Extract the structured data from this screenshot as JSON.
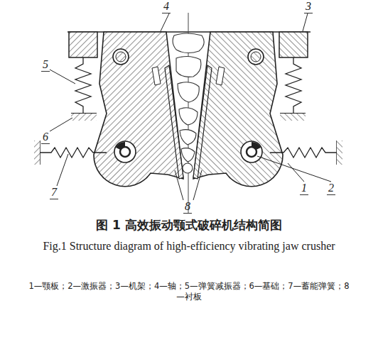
{
  "diagram": {
    "caption": "图 1 高效振动颚式破碎机结构简图",
    "labels": [
      "4",
      "3",
      "5",
      "6",
      "7",
      "1",
      "2",
      "8",
      "Fig.1 Structure diagram of high-efficiency vibrating jaw crusher",
      "1—颚板；2—激振器；3—机架；4—轴；5—弹簧减振器；6—基础；7—蓄能弹簧；8—衬板"
    ]
  }
}
